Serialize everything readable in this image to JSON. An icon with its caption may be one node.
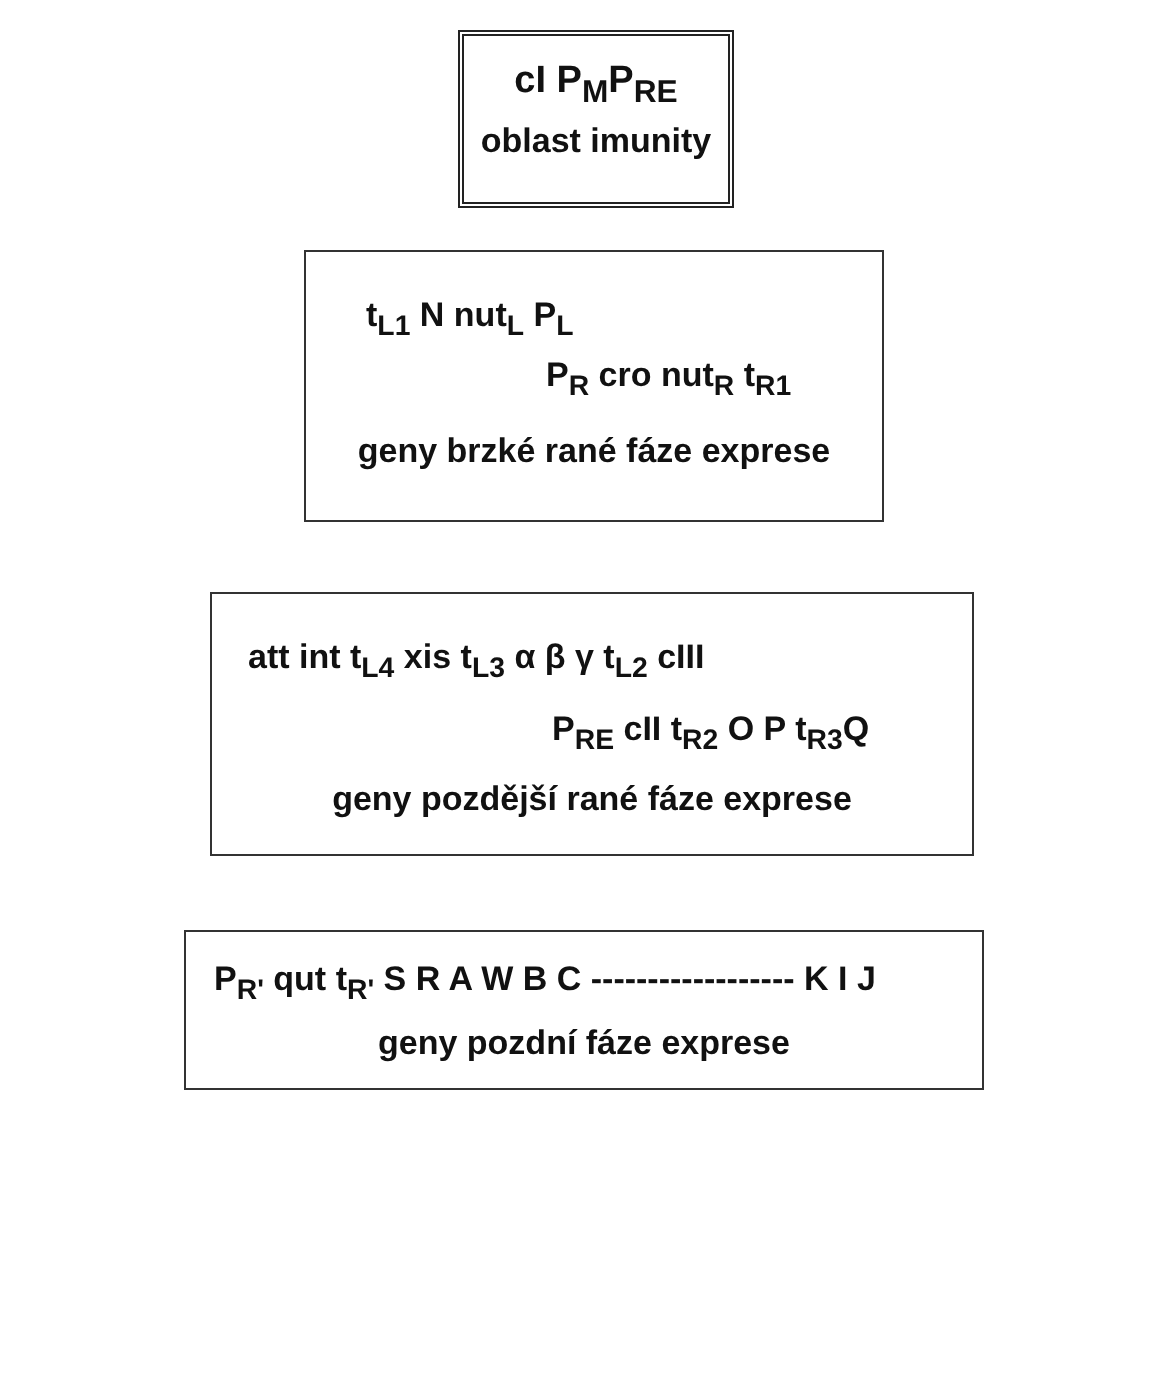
{
  "diagram": {
    "nodes": [
      {
        "text": [
          "cI P$_{M}$P$_{RE}$",
          "oblast imunity"
        ]
      },
      {
        "text": [
          "t$_{L1}$ N  nut$_{L}$ P$_{L}$",
          "P$_{R}$ cro nut$_{R}$ t$_{R1}$",
          "geny brzké rané fáze exprese"
        ]
      },
      {
        "text": [
          "att  int  t$_{L4}$ xis  t$_{L3}$ α  β  γ t$_{L2}$ cIII",
          "P$_{RE}$ cII  t$_{R2}$  O  P  t$_{R3}$Q",
          "geny pozdější rané fáze exprese"
        ]
      },
      {
        "text": [
          "P$_{R'}$ qut  t$_{R'}$  S R A W B C ------------------ K I J",
          "geny pozdní fáze exprese"
        ]
      }
    ]
  }
}
